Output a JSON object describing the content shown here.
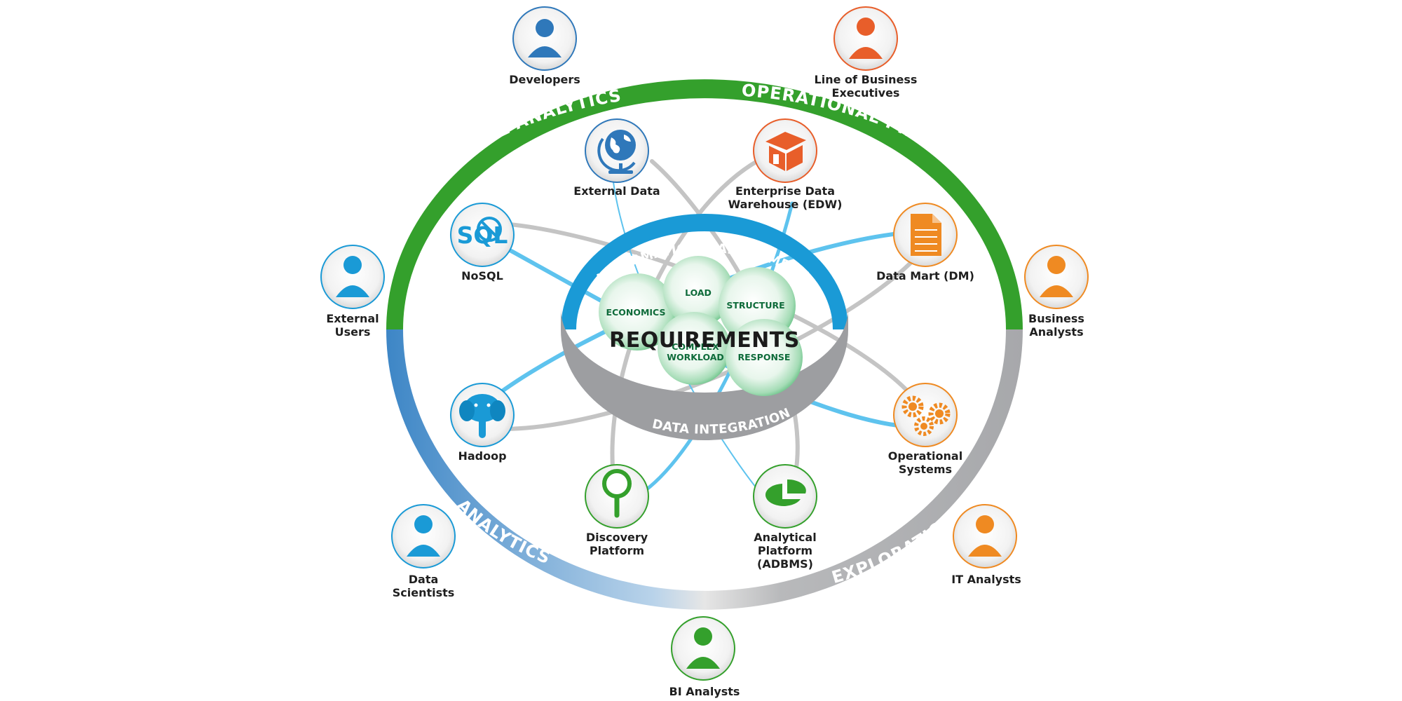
{
  "ring_labels": {
    "operational_analytics": "OPERATIONAL ANALYTICS",
    "operational_processing": "OPERATIONAL PROCESSING",
    "analytics": "ANALYTICS",
    "exploration": "EXPLORATION",
    "information_management": "INFORMATION MANAGEMENT",
    "data_integration": "DATA INTEGRATION"
  },
  "center": {
    "title": "REQUIREMENTS",
    "spheres": {
      "load": "LOAD",
      "economics": "ECONOMICS",
      "structure": "STRUCTURE",
      "complex_workload": "COMPLEX\nWORKLOAD",
      "response": "RESPONSE"
    }
  },
  "platforms": {
    "external_data": "External Data",
    "edw": "Enterprise Data\nWarehouse (EDW)",
    "nosql": "NoSQL",
    "data_mart": "Data Mart (DM)",
    "hadoop": "Hadoop",
    "operational_systems": "Operational\nSystems",
    "discovery_platform": "Discovery\nPlatform",
    "analytical_platform": "Analytical\nPlatform\n(ADBMS)",
    "nosql_icon_text": "SQL"
  },
  "users": {
    "developers": "Developers",
    "lob_executives": "Line of Business\nExecutives",
    "external_users": "External\nUsers",
    "business_analysts": "Business\nAnalysts",
    "data_scientists": "Data\nScientists",
    "it_analysts": "IT Analysts",
    "bi_analysts": "BI Analysts"
  },
  "colors": {
    "green": "#34a02c",
    "blue": "#1a9ad6",
    "gray": "#a9aaad",
    "orange": "#ef8a22",
    "dark_orange": "#e85e2a",
    "dark_blue": "#2f78ba",
    "sphere_green": "#3aaa5f"
  },
  "icons": {
    "external_data": "globe-icon",
    "edw": "warehouse-icon",
    "nosql": "sql-icon",
    "data_mart": "document-icon",
    "hadoop": "elephant-icon",
    "operational_systems": "gears-icon",
    "discovery_platform": "magnifier-icon",
    "analytical_platform": "pie-chart-icon",
    "users": "person-icon"
  }
}
